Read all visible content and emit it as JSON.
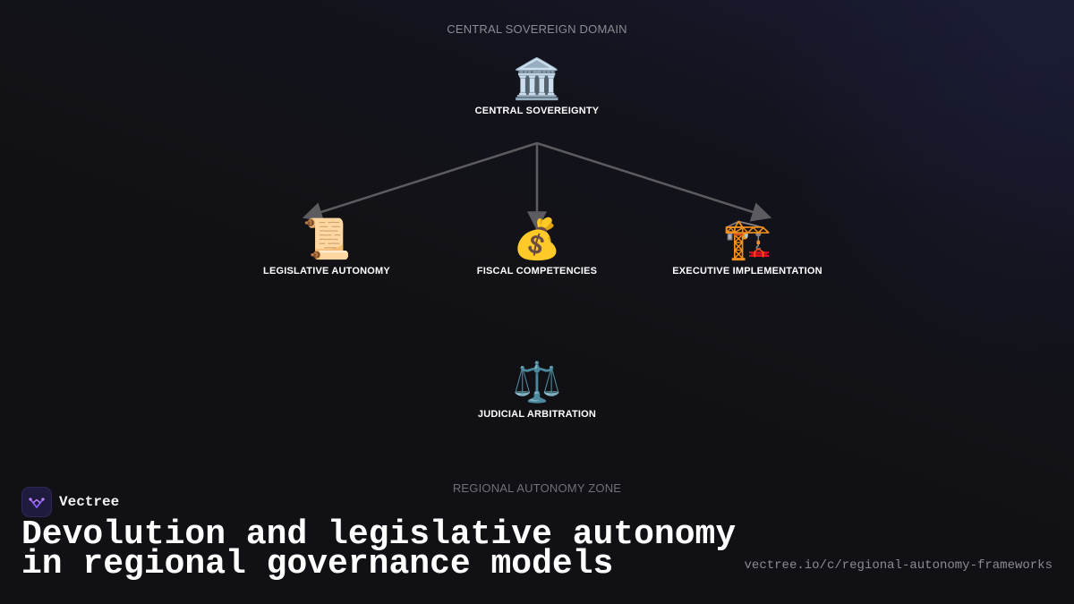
{
  "zones": {
    "top": "CENTRAL SOVEREIGN DOMAIN",
    "bottom": "REGIONAL AUTONOMY ZONE"
  },
  "nodes": {
    "central": {
      "icon": "🏛️",
      "icon_name": "classical-building-icon",
      "label": "CENTRAL SOVEREIGNTY"
    },
    "legislative": {
      "icon": "📜",
      "icon_name": "scroll-icon",
      "label": "LEGISLATIVE AUTONOMY"
    },
    "fiscal": {
      "icon": "💰",
      "icon_name": "money-bag-icon",
      "label": "FISCAL COMPETENCIES"
    },
    "executive": {
      "icon": "🏗️",
      "icon_name": "construction-crane-icon",
      "label": "EXECUTIVE IMPLEMENTATION"
    },
    "judicial": {
      "icon": "⚖️",
      "icon_name": "balance-scale-icon",
      "label": "JUDICIAL ARBITRATION"
    }
  },
  "edges": [
    {
      "from": "central",
      "to": "legislative"
    },
    {
      "from": "central",
      "to": "fiscal"
    },
    {
      "from": "central",
      "to": "executive"
    }
  ],
  "colors": {
    "background": "#111115",
    "edge": "#5c5c60",
    "logo_accent": "#8b5cf6"
  },
  "footer": {
    "brand_name": "Vectree",
    "headline_line1": "Devolution and legislative autonomy",
    "headline_line2": "in regional governance models",
    "url": "vectree.io/c/regional-autonomy-frameworks"
  }
}
